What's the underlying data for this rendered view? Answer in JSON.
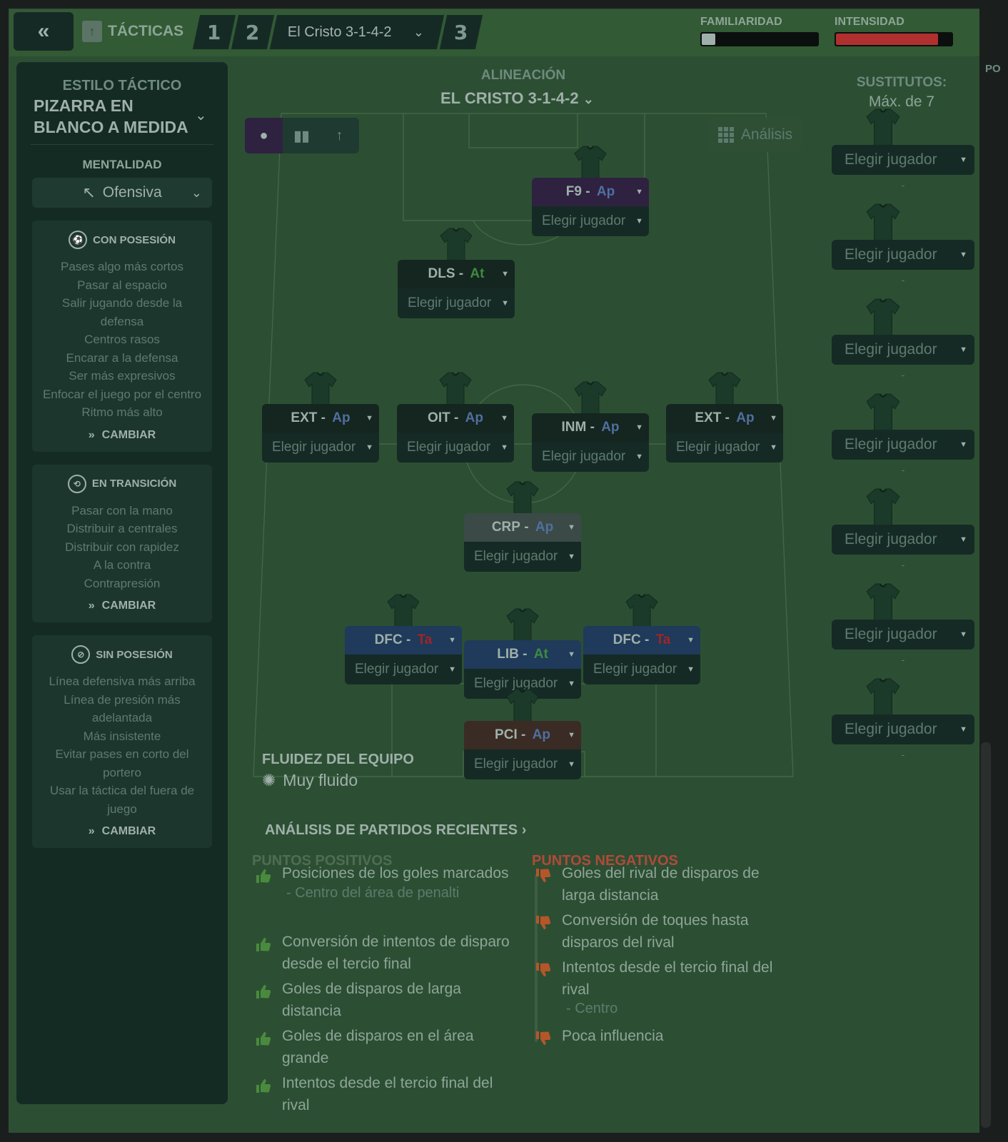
{
  "topbar": {
    "back_icon": "double-chevron-left",
    "tactics_label": "TÁCTICAS",
    "slots": [
      "1",
      "2",
      "El Cristo 3-1-4-2",
      "3"
    ],
    "familiaridad_label": "FAMILIARIDAD",
    "intensidad_label": "INTENSIDAD",
    "familiaridad_level": 0.12,
    "intensidad_level": 0.88,
    "colors": {
      "intensidad": "#b03030",
      "familiaridad": "#9fb0aa"
    }
  },
  "left": {
    "style_label": "ESTILO TÁCTICO",
    "style_name_l1": "PIZARRA EN",
    "style_name_l2": "BLANCO A MEDIDA",
    "mentality_label": "MENTALIDAD",
    "mentality_value": "Ofensiva",
    "cards": [
      {
        "title": "CON POSESIÓN",
        "icon": "ball-icon",
        "items": [
          "Pases algo más cortos",
          "Pasar al espacio",
          "Salir jugando desde la defensa",
          "Centros rasos",
          "Encarar a la defensa",
          "Ser más expresivos",
          "Enfocar el juego por el centro",
          "Ritmo más alto"
        ],
        "button": "CAMBIAR"
      },
      {
        "title": "EN TRANSICIÓN",
        "icon": "transition-icon",
        "items": [
          "Pasar con la mano",
          "Distribuir a centrales",
          "Distribuir con rapidez",
          "A la contra",
          "Contrapresión"
        ],
        "button": "CAMBIAR"
      },
      {
        "title": "SIN POSESIÓN",
        "icon": "no-ball-icon",
        "items": [
          "Línea defensiva más arriba",
          "Línea de presión más adelantada",
          "Más insistente",
          "Evitar pases en corto del portero",
          "Usar la táctica del fuera de juego"
        ],
        "button": "CAMBIAR"
      }
    ]
  },
  "pitch": {
    "section_label": "ALINEACIÓN",
    "lineup_name": "EL CRISTO 3-1-4-2",
    "analysis_btn": "Análisis",
    "fluidez_label": "FLUIDEZ DEL EQUIPO",
    "fluidez_value": "Muy fluido",
    "pick_label": "Elegir jugador",
    "positions": [
      {
        "role": "F9",
        "duty": "Ap",
        "duty_class": "ap",
        "band": "#2f2140"
      },
      {
        "role": "DLS",
        "duty": "At",
        "duty_class": "at",
        "band": "#15251f"
      },
      {
        "role": "EXT",
        "duty": "Ap",
        "duty_class": "ap",
        "band": "#15251f"
      },
      {
        "role": "OIT",
        "duty": "Ap",
        "duty_class": "ap",
        "band": "#15251f"
      },
      {
        "role": "INM",
        "duty": "Ap",
        "duty_class": "ap",
        "band": "#15251f"
      },
      {
        "role": "EXT",
        "duty": "Ap",
        "duty_class": "ap",
        "band": "#15251f"
      },
      {
        "role": "CRP",
        "duty": "Ap",
        "duty_class": "ap",
        "band": "#3b4a47"
      },
      {
        "role": "DFC",
        "duty": "Ta",
        "duty_class": "ta",
        "band": "#1f3a5a"
      },
      {
        "role": "LIB",
        "duty": "At",
        "duty_class": "at",
        "band": "#1f3a5a"
      },
      {
        "role": "DFC",
        "duty": "Ta",
        "duty_class": "ta",
        "band": "#1f3a5a"
      },
      {
        "role": "PCI",
        "duty": "Ap",
        "duty_class": "ap",
        "band": "#3a2b25"
      }
    ]
  },
  "subs": {
    "title": "SUSTITUTOS:",
    "max": "Máx. de 7",
    "pick_label": "Elegir jugador",
    "dash": "-"
  },
  "analysis": {
    "title": "ANÁLISIS DE PARTIDOS RECIENTES",
    "positives_title": "PUNTOS POSITIVOS",
    "negatives_title": "PUNTOS NEGATIVOS",
    "positives": [
      {
        "text": "Posiciones de los goles marcados",
        "sub": "- Centro del área de penalti"
      },
      {
        "text": "Conversión de intentos de disparo desde el tercio final",
        "sub": ""
      },
      {
        "text": "Goles de disparos de larga distancia",
        "sub": ""
      },
      {
        "text": "Goles de disparos en el área grande",
        "sub": ""
      },
      {
        "text": "Intentos desde el tercio final del rival",
        "sub": ""
      }
    ],
    "negatives": [
      {
        "text": "Goles del rival de disparos de larga distancia",
        "sub": ""
      },
      {
        "text": "Conversión de toques hasta disparos del rival",
        "sub": ""
      },
      {
        "text": "Intentos desde el tercio final del rival",
        "sub": "- Centro"
      },
      {
        "text": "Poca influencia",
        "sub": ""
      }
    ],
    "colors": {
      "positive": "#4a8a3e",
      "negative": "#b5562a",
      "negative_title": "#b04a3a",
      "positive_title": "#4f6d52"
    }
  },
  "edge_text": "PO"
}
